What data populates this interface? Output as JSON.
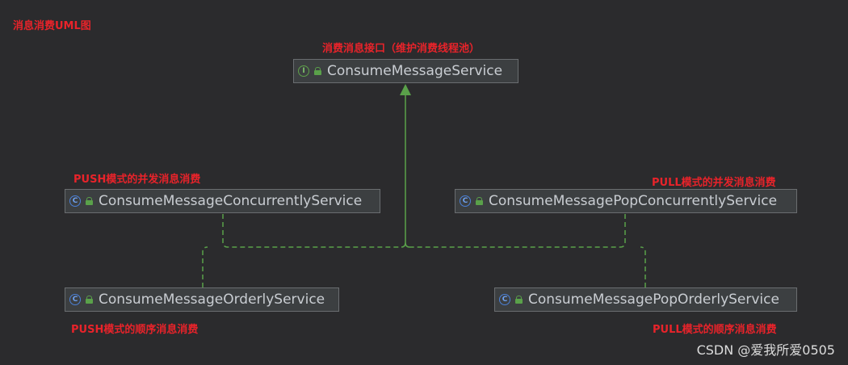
{
  "title": "消息消费UML图",
  "nodes": {
    "root": {
      "label": "ConsumeMessageService",
      "note": "消费消息接口（维护消费线程池）",
      "kind": "I"
    },
    "push_concurrent": {
      "label": "ConsumeMessageConcurrentlyService",
      "note": "PUSH模式的并发消息消费",
      "kind": "C"
    },
    "pull_concurrent": {
      "label": "ConsumeMessagePopConcurrentlyService",
      "note": "PULL模式的并发消息消费",
      "kind": "C"
    },
    "push_orderly": {
      "label": "ConsumeMessageOrderlyService",
      "note": "PUSH模式的顺序消息消费",
      "kind": "C"
    },
    "pull_orderly": {
      "label": "ConsumeMessagePopOrderlyService",
      "note": "PULL模式的顺序消息消费",
      "kind": "C"
    }
  },
  "icons": {
    "interface": "interface-icon",
    "class": "class-icon",
    "visibility": "lock-icon"
  },
  "colors": {
    "background": "#2b2b2d",
    "annotation": "#e8232a",
    "edge": "#5aa14a",
    "box": "#3c3f41",
    "text": "#c9cdd2"
  },
  "watermark": "CSDN @爱我所爱0505"
}
